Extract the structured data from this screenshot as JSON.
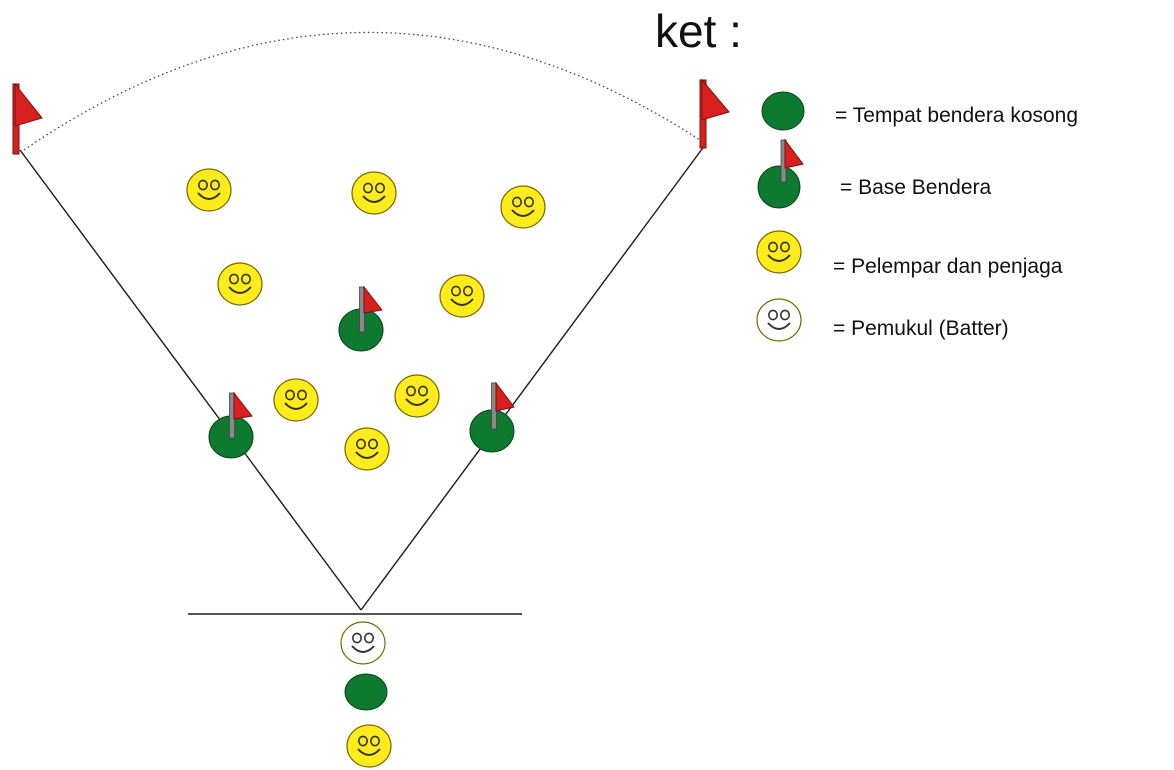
{
  "legend": {
    "title": "ket :",
    "items": [
      {
        "symbol": "empty-flag-spot",
        "label": "= Tempat bendera kosong"
      },
      {
        "symbol": "flag-base",
        "label": "= Base Bendera"
      },
      {
        "symbol": "yellow-smiley",
        "label": "= Pelempar dan penjaga"
      },
      {
        "symbol": "white-smiley",
        "label": "= Pemukul (Batter)"
      }
    ]
  },
  "colors": {
    "base_green": "#0e7a2f",
    "smiley_yellow": "#ffec1a",
    "flag_red": "#d8201f",
    "line": "#1a1a1a"
  }
}
